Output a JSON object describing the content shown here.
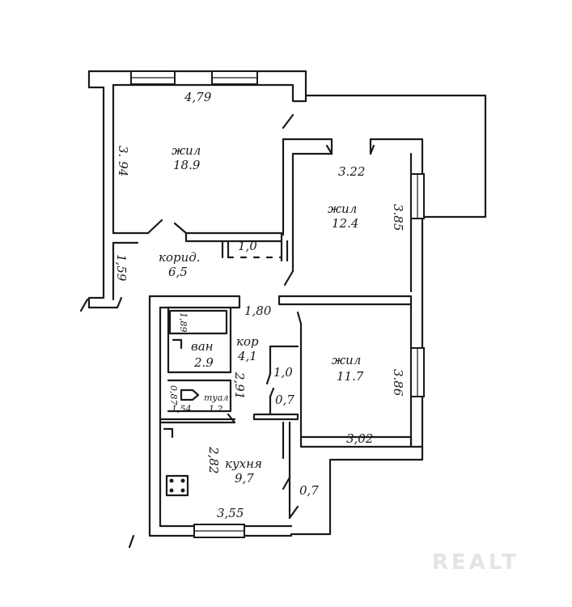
{
  "rooms": {
    "living1": {
      "name": "жил",
      "area": "18.9"
    },
    "living2": {
      "name": "жил",
      "area": "12.4"
    },
    "living3": {
      "name": "жил",
      "area": "11.7"
    },
    "corridor1": {
      "name": "корид.",
      "area": "6,5"
    },
    "corridor2": {
      "name": "кор",
      "area": "4,1"
    },
    "bath": {
      "name": "ван",
      "area": "2.9"
    },
    "wc": {
      "name": "туал",
      "area": "1.2"
    },
    "kitchen": {
      "name": "кухня",
      "area": "9,7"
    }
  },
  "dimensions": {
    "d_479": "4,79",
    "d_394": "3. 94",
    "d_322": "3.22",
    "d_385": "3.85",
    "d_159": "1,59",
    "d_10a": "1,0",
    "d_180": "1,80",
    "d_386": "3.86",
    "d_302": "3,02",
    "d_10b": "1,0",
    "d_07a": "0,7",
    "d_291": "2,91",
    "d_189": "1,89",
    "d_087": "0,87",
    "d_154": "1,54",
    "d_282": "2,82",
    "d_07b": "0,7",
    "d_355": "3,55"
  },
  "watermark": "REALT"
}
